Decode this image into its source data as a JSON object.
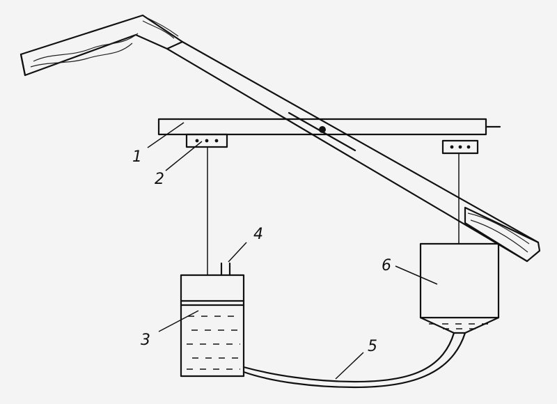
{
  "labels": {
    "beam": "1",
    "mount": "2",
    "left_vessel": "3",
    "vent_tube": "4",
    "hose": "5",
    "right_vessel": "6"
  }
}
